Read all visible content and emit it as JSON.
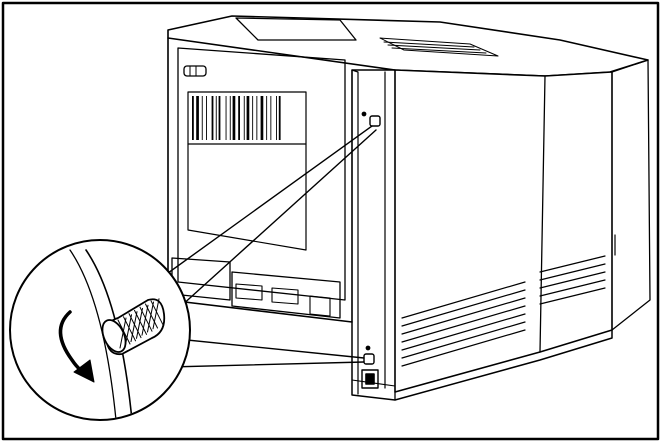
{
  "figure": {
    "subject": "printer-rear-view",
    "callout": "magnified-thumbscrew",
    "motion": "clockwise-rotation-arrow",
    "colors": {
      "ink": "#000000",
      "paper": "#ffffff",
      "frame": "#111111"
    },
    "icons": [
      "curved-arrow-icon",
      "thumbscrew-icon",
      "power-socket-icon"
    ]
  }
}
